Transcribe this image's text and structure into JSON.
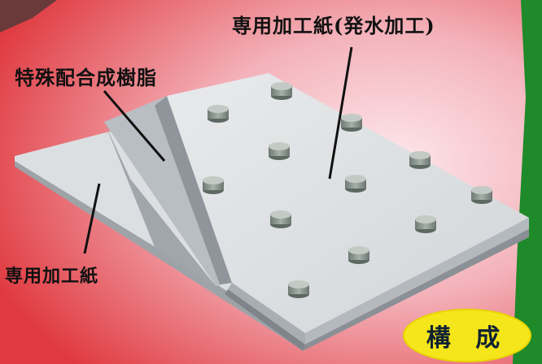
{
  "labels": {
    "top_paper": "専用加工紙(発水加工)",
    "resin": "特殊配合成樹脂",
    "bottom_paper": "専用加工紙"
  },
  "badge": {
    "text": "構 成"
  },
  "colors": {
    "background_red": "#e03a40",
    "background_light": "#fde8ec",
    "board_top": "#dfe1e3",
    "board_edge": "#a9aeb4",
    "resin": "#b7bcc2",
    "stud": "#7f8a84",
    "badge_fill": "#f4e61a",
    "green_corner": "#1f8a2a"
  },
  "icons": {
    "stud": "raised-dot-stud"
  }
}
